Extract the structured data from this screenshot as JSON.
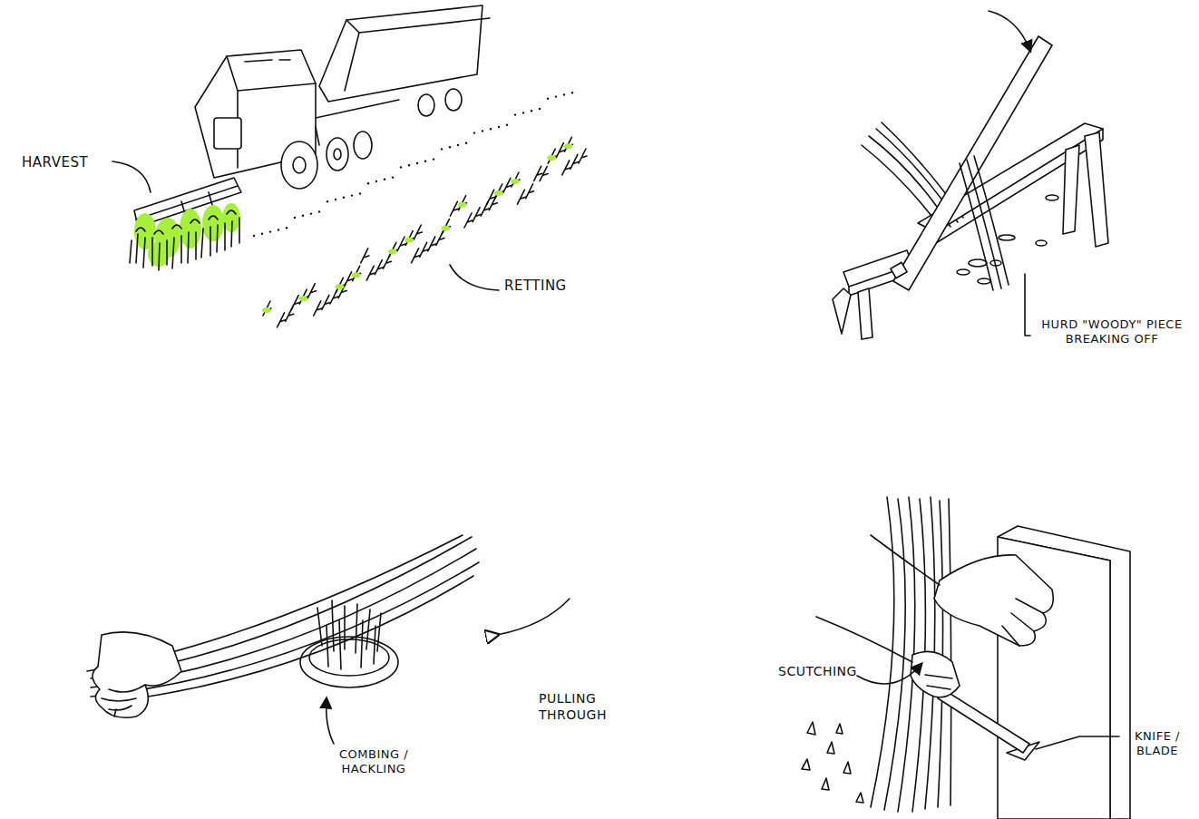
{
  "diagram": {
    "labels": [
      "HARVEST",
      "RETTING",
      "HURD \"WOODY\" PIECE BREAKING OFF",
      "PULLING THROUGH",
      "COMBING / HACKLING",
      "SCUTCHING",
      "KNIFE / BLADE"
    ]
  }
}
